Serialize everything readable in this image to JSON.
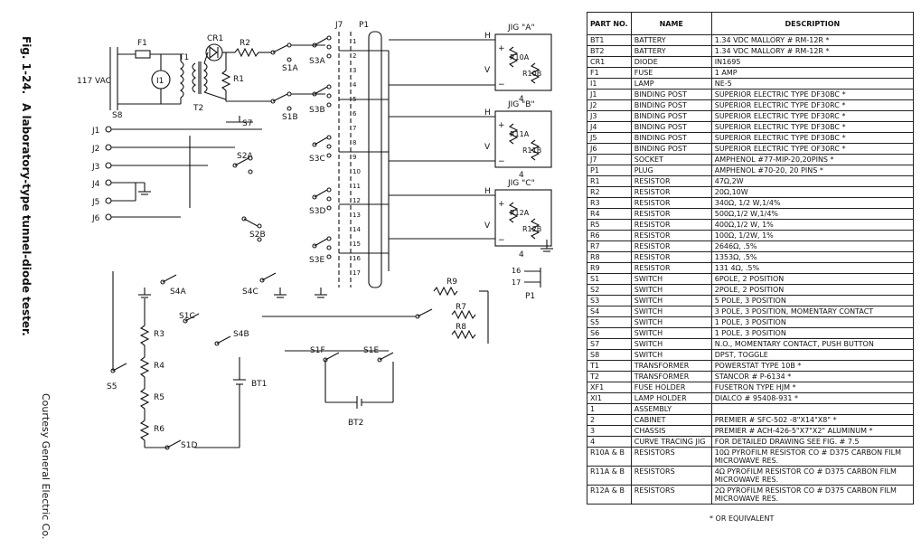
{
  "caption": {
    "figure_label": "Fig. 1-24.",
    "figure_title": "A laboratory-type tunnel-diode tester.",
    "credit": "Courtesy General Electric Co."
  },
  "schematic": {
    "labels": {
      "ac_input": "117 VAC",
      "fuse": "F1",
      "lamp": "I1",
      "t1": "T1",
      "t2": "T2",
      "cr1": "CR1",
      "r1": "R1",
      "r2": "R2",
      "s8": "S8",
      "s1a": "S1A",
      "s1b": "S1B",
      "s3a": "S3A",
      "s3b": "S3B",
      "s3c": "S3C",
      "s3d": "S3D",
      "s3e": "S3E",
      "j7": "J7",
      "p1": "P1",
      "j1": "J1",
      "j2": "J2",
      "j3": "J3",
      "j4": "J4",
      "j5": "J5",
      "j6": "J6",
      "s7": "S7",
      "s2a": "S2A",
      "s2b": "S2B",
      "s4a": "S4A",
      "s4b": "S4B",
      "s4c": "S4C",
      "s1c": "S1C",
      "s1d": "S1D",
      "s1e": "S1E",
      "s1f": "S1F",
      "s5": "S5",
      "r3": "R3",
      "r4": "R4",
      "r5": "R5",
      "r6": "R6",
      "r7": "R7",
      "r8": "R8",
      "r9": "R9",
      "bt1": "BT1",
      "bt2": "BT2",
      "jig_a": "JIG \"A\"",
      "jig_b": "JIG \"B\"",
      "jig_c": "JIG \"C\"",
      "r10a": "R10A",
      "r10b": "R10B",
      "r11a": "R11A",
      "r11b": "R11B",
      "r12a": "R12A",
      "r12b": "R12B",
      "h": "H",
      "v": "V",
      "plus": "+",
      "minus": "−",
      "four": "4",
      "p1_small": "P1",
      "pin16": "16",
      "pin17": "17"
    },
    "pin_numbers": [
      "1",
      "2",
      "3",
      "4",
      "5",
      "6",
      "7",
      "8",
      "9",
      "10",
      "11",
      "12",
      "13",
      "14",
      "15",
      "16",
      "17"
    ]
  },
  "parts_table": {
    "headers": {
      "part_no": "PART NO.",
      "name": "NAME",
      "description": "DESCRIPTION"
    },
    "rows": [
      {
        "no": "BT1",
        "name": "BATTERY",
        "desc": "1.34 VDC MALLORY # RM-12R *"
      },
      {
        "no": "BT2",
        "name": "BATTERY",
        "desc": "1.34 VDC MALLORY # RM-12R *"
      },
      {
        "no": "CR1",
        "name": "DIODE",
        "desc": "IN1695"
      },
      {
        "no": "F1",
        "name": "FUSE",
        "desc": "1 AMP"
      },
      {
        "no": "I1",
        "name": "LAMP",
        "desc": "NE-5"
      },
      {
        "no": "J1",
        "name": "BINDING POST",
        "desc": "SUPERIOR ELECTRIC TYPE DF30BC *"
      },
      {
        "no": "J2",
        "name": "BINDING POST",
        "desc": "SUPERIOR ELECTRIC TYPE DF30RC *"
      },
      {
        "no": "J3",
        "name": "BINDING POST",
        "desc": "SUPERIOR ELECTRIC TYPE DF30RC *"
      },
      {
        "no": "J4",
        "name": "BINDING POST",
        "desc": "SUPERIOR ELECTRIC TYPE DF30BC *"
      },
      {
        "no": "J5",
        "name": "BINDING POST",
        "desc": "SUPERIOR ELECTRIC TYPE DF30BC *"
      },
      {
        "no": "J6",
        "name": "BINDING POST",
        "desc": "SUPERIOR ELECTRIC TYPE OF30RC *"
      },
      {
        "no": "J7",
        "name": "SOCKET",
        "desc": "AMPHENOL #77-MIP-20,20PINS *"
      },
      {
        "no": "P1",
        "name": "PLUG",
        "desc": "AMPHENOL #70-20, 20 PINS *"
      },
      {
        "no": "R1",
        "name": "RESISTOR",
        "desc": "47Ω,2W"
      },
      {
        "no": "R2",
        "name": "RESISTOR",
        "desc": "20Ω,10W"
      },
      {
        "no": "R3",
        "name": "RESISTOR",
        "desc": "340Ω, 1/2 W,1/4%"
      },
      {
        "no": "R4",
        "name": "RESISTOR",
        "desc": "500Ω,1/2 W,1/4%"
      },
      {
        "no": "R5",
        "name": "RESISTOR",
        "desc": "400Ω,1/2 W, 1%"
      },
      {
        "no": "R6",
        "name": "RESISTOR",
        "desc": "100Ω, 1/2W, 1%"
      },
      {
        "no": "R7",
        "name": "RESISTOR",
        "desc": "2646Ω, .5%"
      },
      {
        "no": "R8",
        "name": "RESISTOR",
        "desc": "1353Ω, .5%"
      },
      {
        "no": "R9",
        "name": "RESISTOR",
        "desc": "131 4Ω, .5%"
      },
      {
        "no": "S1",
        "name": "SWITCH",
        "desc": "6POLE, 2 POSITION"
      },
      {
        "no": "S2",
        "name": "SWITCH",
        "desc": "2POLE, 2 POSITION"
      },
      {
        "no": "S3",
        "name": "SWITCH",
        "desc": "5 POLE, 3 POSITION"
      },
      {
        "no": "S4",
        "name": "SWITCH",
        "desc": "3 POLE, 3 POSITION, MOMENTARY CONTACT"
      },
      {
        "no": "S5",
        "name": "SWITCH",
        "desc": "1 POLE, 3 POSITION"
      },
      {
        "no": "S6",
        "name": "SWITCH",
        "desc": "1 POLE, 3 POSITION"
      },
      {
        "no": "S7",
        "name": "SWITCH",
        "desc": "N.O., MOMENTARY CONTACT, PUSH BUTTON"
      },
      {
        "no": "S8",
        "name": "SWITCH",
        "desc": "DPST, TOGGLE"
      },
      {
        "no": "T1",
        "name": "TRANSFORMER",
        "desc": "POWERSTAT TYPE 10B *"
      },
      {
        "no": "T2",
        "name": "TRANSFORMER",
        "desc": "STANCOR # P-6134 *"
      },
      {
        "no": "XF1",
        "name": "FUSE HOLDER",
        "desc": "FUSETRON TYPE HJM *"
      },
      {
        "no": "XI1",
        "name": "LAMP HOLDER",
        "desc": "DIALCO # 95408-931 *"
      },
      {
        "no": "1",
        "name": "ASSEMBLY",
        "desc": ""
      },
      {
        "no": "2",
        "name": "CABINET",
        "desc": "PREMIER # SFC-502 -8\"X14\"X8\" *"
      },
      {
        "no": "3",
        "name": "CHASSIS",
        "desc": "PREMIER # ACH-426-5\"X7\"X2\" ALUMINUM *"
      },
      {
        "no": "4",
        "name": "CURVE TRACING JIG",
        "desc": "FOR DETAILED DRAWING SEE FIG. # 7.5"
      },
      {
        "no": "R10A & B",
        "name": "RESISTORS",
        "desc": "10Ω PYROFILM RESISTOR CO # D375 CARBON FILM MICROWAVE RES."
      },
      {
        "no": "R11A & B",
        "name": "RESISTORS",
        "desc": "4Ω PYROFILM RESISTOR CO # D375 CARBON FILM MICROWAVE RES."
      },
      {
        "no": "R12A & B",
        "name": "RESISTORS",
        "desc": "2Ω PYROFILM RESISTOR CO # D375 CARBON FILM MICROWAVE RES."
      }
    ],
    "footnote": "* OR EQUIVALENT"
  }
}
